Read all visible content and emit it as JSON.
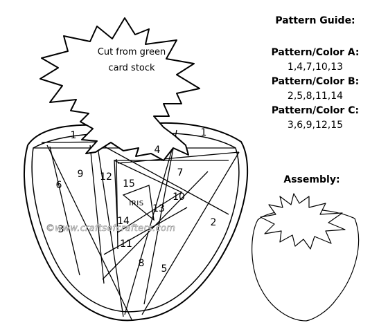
{
  "leaf_note": {
    "line1": "Cut from green",
    "line2": "card stock"
  },
  "guide": {
    "title": "Pattern Guide:",
    "patterns": [
      {
        "label": "Pattern/Color A:",
        "values": "1,4,7,10,13"
      },
      {
        "label": "Pattern/Color B:",
        "values": "2,5,8,11,14"
      },
      {
        "label": "Pattern/Color C:",
        "values": "3,6,9,12,15"
      }
    ]
  },
  "assembly_title": "Assembly:",
  "center_label": "IRIS",
  "watermark": "©www.craftsofcrafters.com",
  "section_numbers": {
    "n1a": "1",
    "n1b": "1",
    "n2": "2",
    "n3": "3",
    "n4": "4",
    "n5": "5",
    "n6": "6",
    "n7": "7",
    "n8": "8",
    "n9": "9",
    "n10": "10",
    "n11": "11",
    "n12": "12",
    "n13": "13",
    "n14": "14",
    "n15": "15"
  }
}
